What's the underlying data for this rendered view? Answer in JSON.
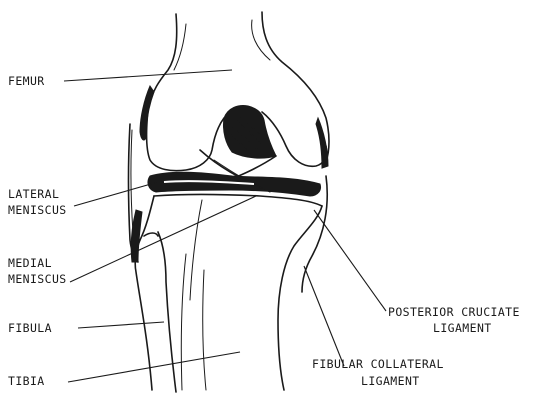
{
  "labels": {
    "femur": "FEMUR",
    "lateral_meniscus_1": "LATERAL",
    "lateral_meniscus_2": "MENISCUS",
    "medial_meniscus_1": "MEDIAL",
    "medial_meniscus_2": "MENISCUS",
    "fibula": "FIBULA",
    "tibia": "TIBIA",
    "posterior_cruciate_1": "POSTERIOR CRUCIATE",
    "posterior_cruciate_2": "LIGAMENT",
    "fibular_collateral_1": "FIBULAR COLLATERAL",
    "fibular_collateral_2": "LIGAMENT"
  },
  "colors": {
    "ink": "#1a1a1a",
    "paper": "#ffffff"
  }
}
